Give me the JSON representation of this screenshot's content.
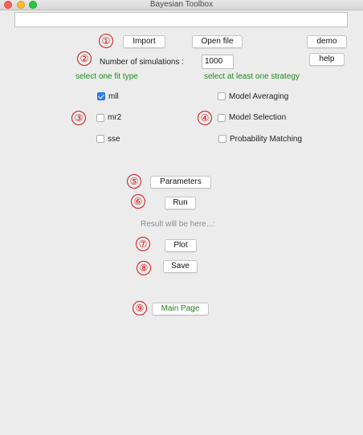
{
  "window": {
    "title": "Bayesian Toolbox"
  },
  "path_field": {
    "value": ""
  },
  "buttons": {
    "import": "Import",
    "open_file": "Open file",
    "demo": "demo",
    "help": "help",
    "parameters": "Parameters",
    "run": "Run",
    "plot": "Plot",
    "save": "Save",
    "main_page": "Main Page"
  },
  "simulations": {
    "label": "Number of simulations :",
    "value": "1000"
  },
  "fit_type": {
    "heading": "select one fit type",
    "options": [
      {
        "label": "mll",
        "checked": true
      },
      {
        "label": "mr2",
        "checked": false
      },
      {
        "label": "sse",
        "checked": false
      }
    ]
  },
  "strategy": {
    "heading": "select at least one strategy",
    "options": [
      {
        "label": "Model Averaging",
        "checked": false
      },
      {
        "label": "Model Selection",
        "checked": false
      },
      {
        "label": "Probability Matching",
        "checked": false
      }
    ]
  },
  "result_text": "Result will be here...:",
  "markers": [
    "①",
    "②",
    "③",
    "④",
    "⑤",
    "⑥",
    "⑦",
    "⑧",
    "⑨"
  ],
  "colors": {
    "accent_green": "#1e8a1e",
    "marker_red": "#d21414",
    "checkbox_blue": "#2f7cf6"
  }
}
